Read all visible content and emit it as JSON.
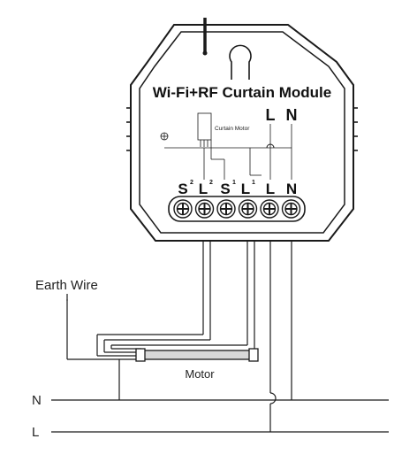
{
  "module": {
    "title": "Wi-Fi+RF Curtain Module",
    "inner_label": "Curtain Motor",
    "top_labels": [
      "L",
      "N"
    ],
    "terminals": [
      {
        "main": "S",
        "sup": "2"
      },
      {
        "main": "L",
        "sup": "2"
      },
      {
        "main": "S",
        "sup": "1"
      },
      {
        "main": "L",
        "sup": "1"
      },
      {
        "main": "L",
        "sup": ""
      },
      {
        "main": "N",
        "sup": ""
      }
    ]
  },
  "labels": {
    "earth_wire": "Earth Wire",
    "motor": "Motor",
    "line_n": "N",
    "line_l": "L"
  },
  "colors": {
    "stroke": "#1a1a1a",
    "background": "#ffffff",
    "terminal_fill": "#ffffff"
  }
}
